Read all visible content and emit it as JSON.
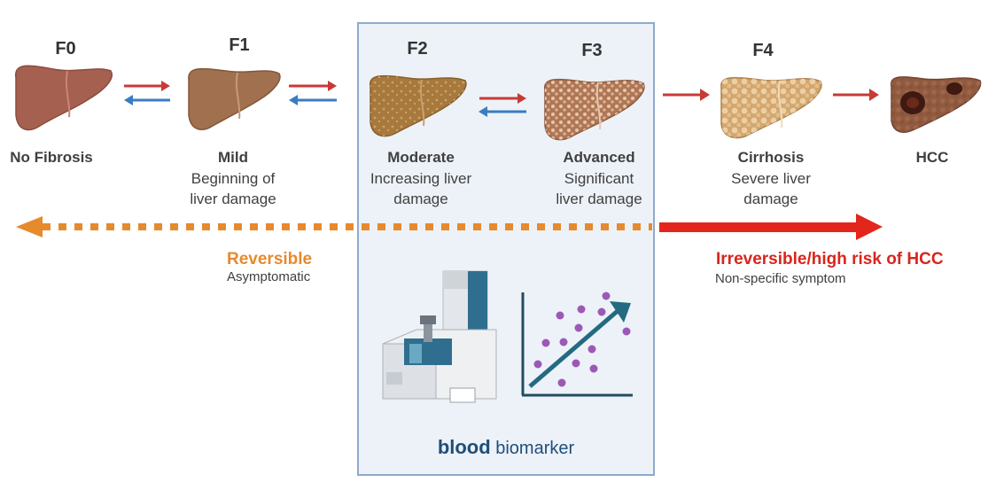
{
  "stages": [
    {
      "code": "F0",
      "name": "No Fibrosis",
      "desc": [
        "",
        ""
      ]
    },
    {
      "code": "F1",
      "name": "Mild",
      "desc": [
        "Beginning of",
        "liver damage"
      ]
    },
    {
      "code": "F2",
      "name": "Moderate",
      "desc": [
        "Increasing liver",
        "damage"
      ]
    },
    {
      "code": "F3",
      "name": "Advanced",
      "desc": [
        "Significant",
        "liver damage"
      ]
    },
    {
      "code": "F4",
      "name": "Cirrhosis",
      "desc": [
        "Severe liver",
        "damage"
      ]
    },
    {
      "code": "",
      "name": "HCC",
      "desc": [
        "",
        ""
      ]
    }
  ],
  "reversible": {
    "title": "Reversible",
    "subtitle": "Asymptomatic"
  },
  "irreversible": {
    "title": "Irreversible/high risk of HCC",
    "subtitle": "Non-specific symptom"
  },
  "biomarker": {
    "bold": "blood",
    "rest": " biomarker"
  },
  "colors": {
    "orange": "#e68a2e",
    "red": "#d8261d",
    "blue": "#3a7cc1",
    "box_border": "#8fa9cf",
    "box_fill": "#edf2f8",
    "dots": "#9b59b6",
    "axis": "#1f4e5f"
  }
}
